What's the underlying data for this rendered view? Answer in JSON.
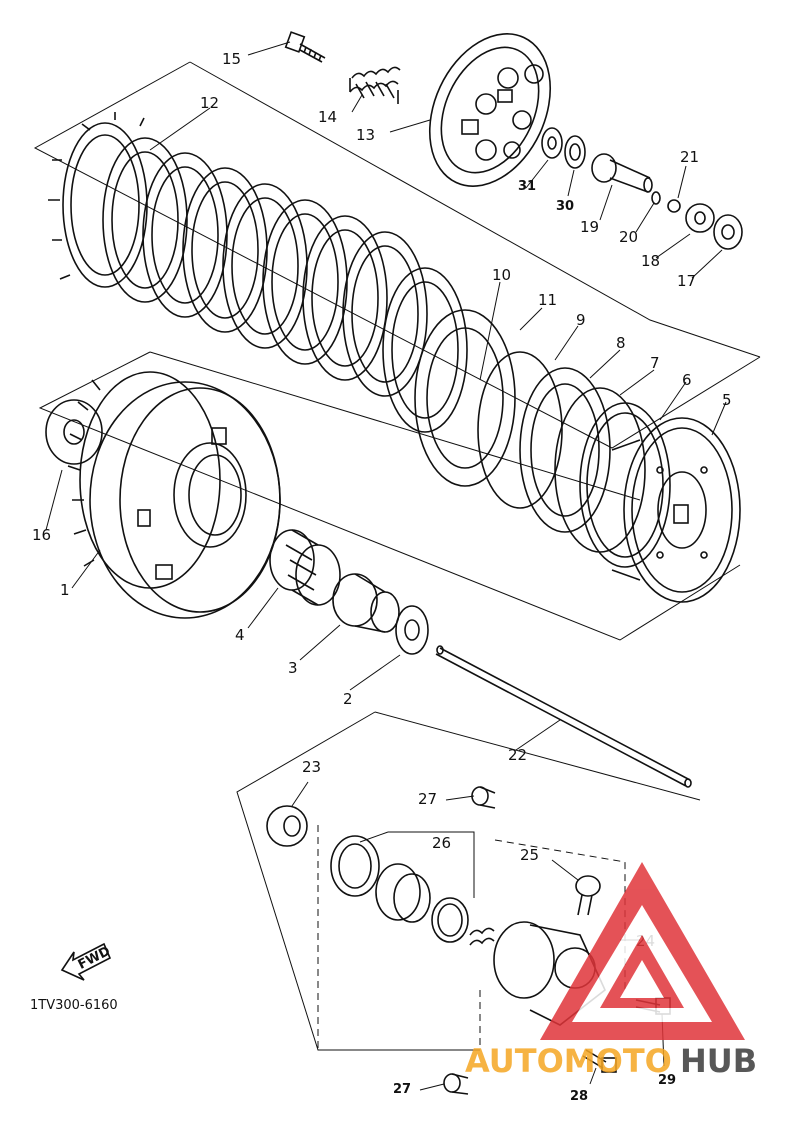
{
  "diagram": {
    "part_code": "1TV300-6160",
    "fwd_label": "FWD",
    "callouts": [
      "1",
      "2",
      "3",
      "4",
      "5",
      "6",
      "7",
      "8",
      "9",
      "10",
      "11",
      "12",
      "13",
      "14",
      "15",
      "16",
      "17",
      "18",
      "19",
      "20",
      "21",
      "22",
      "23",
      "24",
      "25",
      "26",
      "27",
      "27",
      "28",
      "29",
      "30",
      "31"
    ]
  },
  "watermark": {
    "text_left": "AUTOMOTO",
    "text_right": "HUB",
    "color_orange": "#f5a623",
    "color_red": "#e0353a",
    "color_dark": "#3a3a3a"
  }
}
